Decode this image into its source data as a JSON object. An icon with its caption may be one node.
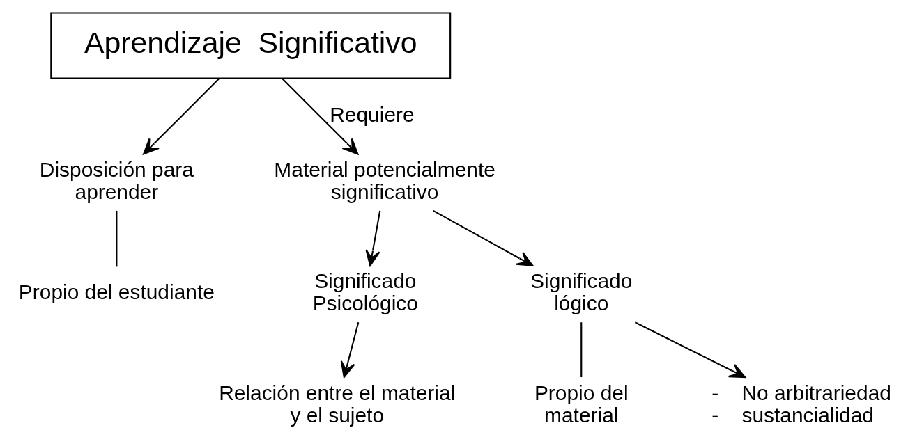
{
  "diagram": {
    "nodes": [
      {
        "text": [
          "Aprendizaje  Significativo"
        ]
      },
      {
        "text": [
          "Disposición para aprender"
        ]
      },
      {
        "text": [
          "Material potencialmente significativo"
        ]
      },
      {
        "text": [
          "Propio del estudiante"
        ]
      },
      {
        "text": [
          "Significado Psicológico"
        ]
      },
      {
        "text": [
          "Significado lógico"
        ]
      },
      {
        "text": [
          "Propio del material"
        ]
      },
      {
        "text": [
          "Relación entre el material y el sujeto"
        ]
      },
      {
        "text": [
          "-    No arbitrariedad",
          "-    sustancialidad"
        ]
      }
    ],
    "edges": [
      {
        "from": 0,
        "to": 1,
        "arrow": "to"
      },
      {
        "from": 0,
        "to": 2,
        "arrow": "to",
        "label": "Requiere"
      },
      {
        "from": 1,
        "to": 3,
        "arrow": "none"
      },
      {
        "from": 2,
        "to": 4,
        "arrow": "to"
      },
      {
        "from": 2,
        "to": 5,
        "arrow": "to"
      },
      {
        "from": 5,
        "to": 6,
        "arrow": "none"
      },
      {
        "from": 4,
        "to": 7,
        "arrow": "to"
      },
      {
        "from": 5,
        "to": 8,
        "arrow": "to"
      }
    ]
  }
}
